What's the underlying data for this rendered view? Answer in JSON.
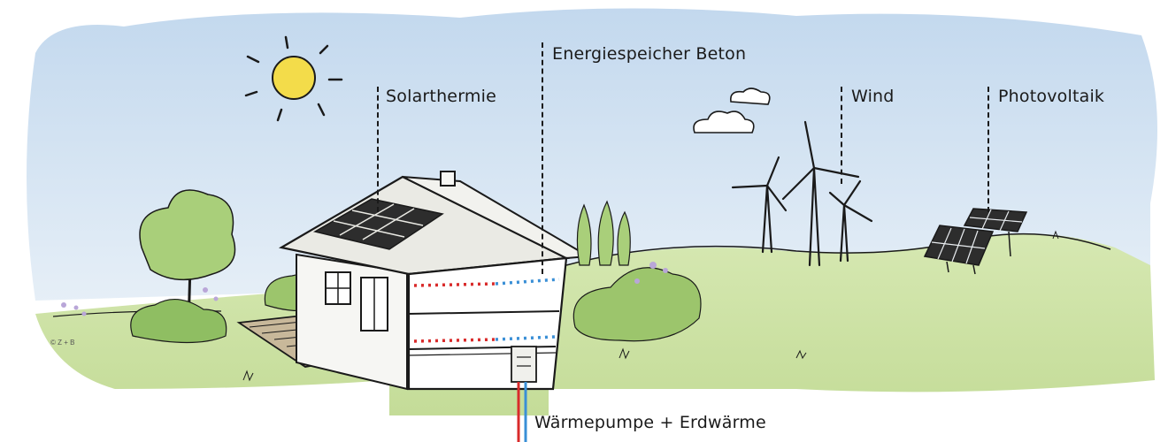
{
  "labels": {
    "solarthermie": "Solarthermie",
    "energiespeicher": "Energiespeicher Beton",
    "wind": "Wind",
    "photovoltaik": "Photovoltaik",
    "waermepumpe": "Wärmepumpe + Erdwärme"
  },
  "credit": "© Z + B",
  "colors": {
    "sky": "#c9dcef",
    "meadow": "#c5dd9a",
    "pipe_hot": "#d92b2b",
    "pipe_cold": "#3a8fd6",
    "sun": "#f3dc4a",
    "line": "#1a1a1a"
  }
}
